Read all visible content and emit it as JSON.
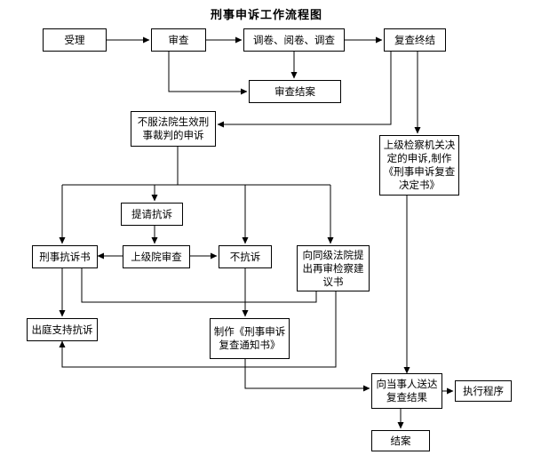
{
  "title": "刑事申诉工作流程图",
  "nodes": {
    "shouli": "受理",
    "shencha": "审查",
    "diaojuan": "调卷、阅卷、调查",
    "fucha_zhongjie": "复查终结",
    "shencha_jiean": "审查结案",
    "bufu_shensu": "不服法院生效刑事裁判的申诉",
    "shangji_jueding": "上级检察机关决定的申诉,制作《刑事申诉复查决定书》",
    "tiqing_kangsu": "提请抗诉",
    "xingshi_kangsushu": "刑事抗诉书",
    "shangjiyuan_shencha": "上级院审查",
    "bukangsu": "不抗诉",
    "zaishen_jianyi": "向同级法院提出再审检察建议书",
    "chuting_zhichi": "出庭支持抗诉",
    "fucha_tongzhishu": "制作《刑事申诉复查通知书》",
    "songda_jieguo": "向当事人送达复查结果",
    "zhixing_chengxu": "执行程序",
    "jiean": "结案"
  }
}
